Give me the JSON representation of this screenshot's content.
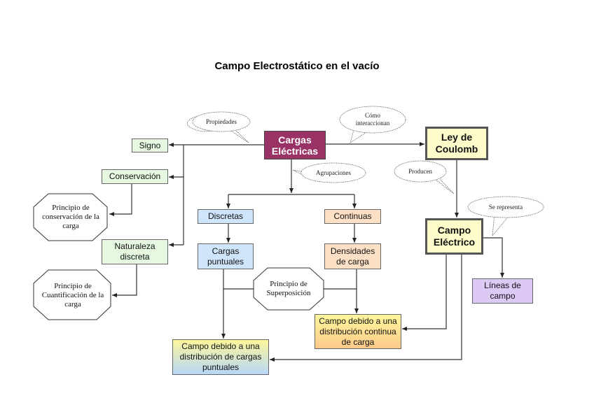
{
  "title": "Campo Electrostático en el vacío",
  "nodes": {
    "cargas_electricas": "Cargas Eléctricas",
    "ley_coulomb": "Ley de Coulomb",
    "campo_electrico": "Campo Eléctrico",
    "signo": "Signo",
    "conservacion": "Conservación",
    "principio_conservacion": "Principio de conservación de la carga",
    "naturaleza_discreta": "Naturaleza discreta",
    "principio_cuantificacion": "Principio de Cuantificación de la carga",
    "discretas": "Discretas",
    "continuas": "Continuas",
    "cargas_puntuales": "Cargas puntuales",
    "densidades_carga": "Densidades de carga",
    "principio_superposicion": "Principio de Superposición",
    "campo_continua": "Campo debido a una distribución continua de carga",
    "campo_puntuales": "Campo debido a una distribución de cargas puntuales",
    "lineas_campo": "Líneas de campo"
  },
  "callouts": {
    "propiedades": "Propiedades",
    "como_interaccionan": "Cómo interaccionan",
    "agrupaciones": "Agrupaciones",
    "producen": "Producen",
    "se_representa": "Se representa"
  },
  "colors": {
    "primary_node": "#993366",
    "key_node": "#fdfbc9",
    "property_node": "#e6f8e0",
    "discrete_node": "#cfe5fb",
    "continuous_node": "#fde0c6",
    "lines_node": "#dcc9f6"
  }
}
